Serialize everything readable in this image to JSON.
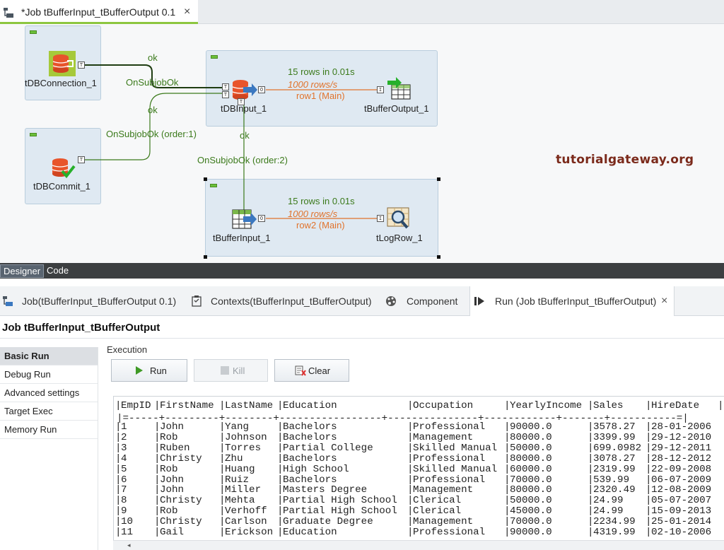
{
  "editor": {
    "tab_title": "*Job tBufferInput_tBufferOutput 0.1",
    "close_glyph": "×",
    "tab_icon": "job-icon"
  },
  "canvas": {
    "components": {
      "db_connection": "tDBConnection_1",
      "db_commit": "tDBCommit_1",
      "db_input": "tDBInput_1",
      "buffer_output": "tBufferOutput_1",
      "buffer_input": "tBufferInput_1",
      "log_row": "tLogRow_1"
    },
    "links": {
      "ok_1": "ok",
      "subjob_ok": "OnSubjobOk",
      "ok_2": "ok",
      "subjob_ok_order1": "OnSubjobOk (order:1)",
      "ok_3": "ok",
      "subjob_ok_order2": "OnSubjobOk (order:2)"
    },
    "flows": {
      "row1_stats": "15 rows in 0.01s",
      "row1_rate": "1000 rows/s",
      "row1_name": "row1 (Main)",
      "row2_stats": "15 rows in 0.01s",
      "row2_rate": "1000 rows/s",
      "row2_name": "row2 (Main)"
    },
    "port_labels": {
      "trigger": "T",
      "output": "O",
      "input": "I"
    },
    "watermark": "tutorialgateway.org"
  },
  "view_tabs": {
    "designer": "Designer",
    "code": "Code"
  },
  "views": [
    {
      "label": "Job(tBufferInput_tBufferOutput 0.1)",
      "icon": "job-icon"
    },
    {
      "label": "Contexts(tBufferInput_tBufferOutput)",
      "icon": "clipboard-icon"
    },
    {
      "label": "Component",
      "icon": "palette-icon"
    },
    {
      "label": "Run (Job tBufferInput_tBufferOutput)",
      "icon": "run-icon",
      "close_glyph": "×"
    }
  ],
  "run": {
    "title": "Job tBufferInput_tBufferOutput",
    "nav": [
      "Basic Run",
      "Debug Run",
      "Advanced settings",
      "Target Exec",
      "Memory Run"
    ],
    "execution_label": "Execution",
    "buttons": {
      "run": "Run",
      "kill": "Kill",
      "clear": "Clear"
    }
  },
  "console": {
    "headers": [
      "EmpID",
      "FirstName",
      "LastName",
      "Education",
      "Occupation",
      "YearlyIncome",
      "Sales",
      "HireDate"
    ],
    "separator": "|=-----+---------+--------+-----------------+---------------+------------+-------+-----------=|",
    "rows": [
      [
        "1",
        "John",
        "Yang",
        "Bachelors",
        "Professional",
        "90000.0",
        "3578.27",
        "28-01-2006"
      ],
      [
        "2",
        "Rob",
        "Johnson",
        "Bachelors",
        "Management",
        "80000.0",
        "3399.99",
        "29-12-2010"
      ],
      [
        "3",
        "Ruben",
        "Torres",
        "Partial College",
        "Skilled Manual",
        "50000.0",
        "699.0982",
        "29-12-2011"
      ],
      [
        "4",
        "Christy",
        "Zhu",
        "Bachelors",
        "Professional",
        "80000.0",
        "3078.27",
        "28-12-2012"
      ],
      [
        "5",
        "Rob",
        "Huang",
        "High School",
        "Skilled Manual",
        "60000.0",
        "2319.99",
        "22-09-2008"
      ],
      [
        "6",
        "John",
        "Ruiz",
        "Bachelors",
        "Professional",
        "70000.0",
        "539.99",
        "06-07-2009"
      ],
      [
        "7",
        "John",
        "Miller",
        "Masters Degree",
        "Management",
        "80000.0",
        "2320.49",
        "12-08-2009"
      ],
      [
        "8",
        "Christy",
        "Mehta",
        "Partial High School",
        "Clerical",
        "50000.0",
        "24.99",
        "05-07-2007"
      ],
      [
        "9",
        "Rob",
        "Verhoff",
        "Partial High School",
        "Clerical",
        "45000.0",
        "24.99",
        "15-09-2013"
      ],
      [
        "10",
        "Christy",
        "Carlson",
        "Graduate Degree",
        "Management",
        "70000.0",
        "2234.99",
        "25-01-2014"
      ],
      [
        "11",
        "Gail",
        "Erickson",
        "Education",
        "Professional",
        "90000.0",
        "4319.99",
        "02-10-2006"
      ]
    ]
  },
  "colors": {
    "accent_green": "#8dc63f",
    "link_green": "#3b7a1b",
    "flow_orange": "#e0732c",
    "watermark": "#7b2a1b"
  }
}
